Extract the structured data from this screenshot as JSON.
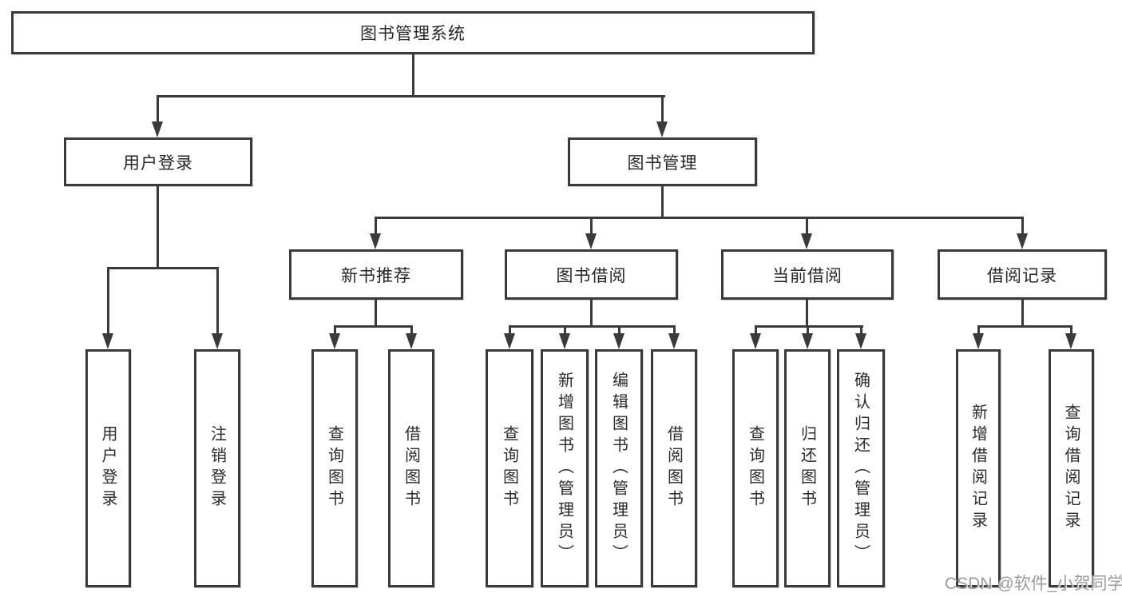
{
  "diagram": {
    "type": "hierarchy-tree",
    "root": {
      "label": "图书管理系统",
      "children": [
        {
          "label": "用户登录",
          "children": [
            {
              "label": "用户登录"
            },
            {
              "label": "注销登录"
            }
          ]
        },
        {
          "label": "图书管理",
          "children": [
            {
              "label": "新书推荐",
              "children": [
                {
                  "label": "查询图书"
                },
                {
                  "label": "借阅图书"
                }
              ]
            },
            {
              "label": "图书借阅",
              "children": [
                {
                  "label": "查询图书"
                },
                {
                  "label": "新增图书（管理员）"
                },
                {
                  "label": "编辑图书（管理员）"
                },
                {
                  "label": "借阅图书"
                }
              ]
            },
            {
              "label": "当前借阅",
              "children": [
                {
                  "label": "查询图书"
                },
                {
                  "label": "归还图书"
                },
                {
                  "label": "确认归还（管理员）"
                }
              ]
            },
            {
              "label": "借阅记录",
              "children": [
                {
                  "label": "新增借阅记录"
                },
                {
                  "label": "查询借阅记录"
                }
              ]
            }
          ]
        }
      ]
    }
  },
  "watermark": {
    "text": "CSDN @软件_小贺同学"
  },
  "colors": {
    "line": "#3a3a3a",
    "box_border": "#3a3a3a",
    "box_fill": "#ffffff",
    "background": "#ffffff",
    "watermark": "#9b9b9b"
  }
}
